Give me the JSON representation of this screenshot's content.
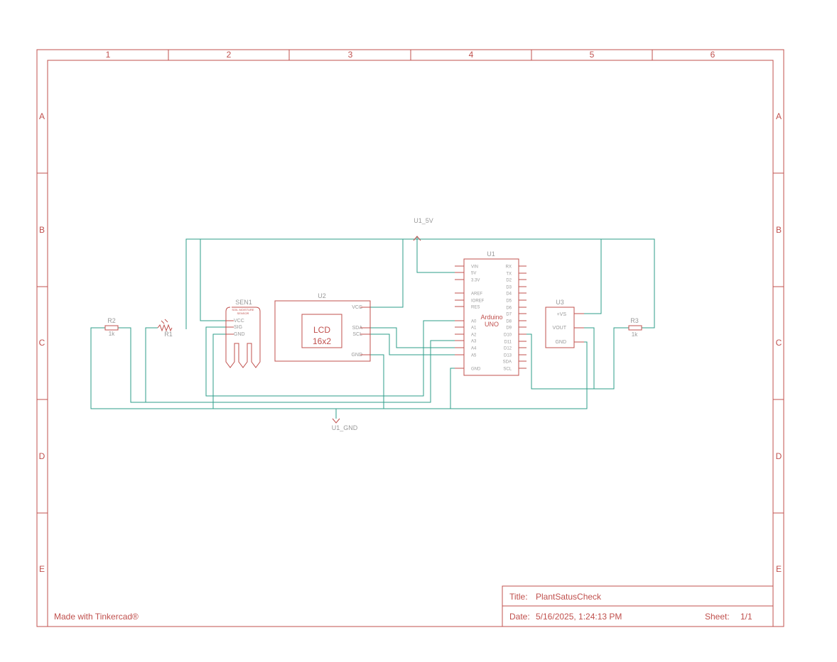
{
  "frame": {
    "columns": [
      "1",
      "2",
      "3",
      "4",
      "5",
      "6"
    ],
    "rows": [
      "A",
      "B",
      "C",
      "D",
      "E"
    ]
  },
  "labels": {
    "vcc_net": "U1_5V",
    "gnd_net": "U1_GND",
    "made_with": "Made with Tinkercad®"
  },
  "components": {
    "r2": {
      "ref": "R2",
      "value": "1k"
    },
    "r1": {
      "ref": "R1"
    },
    "r3": {
      "ref": "R3",
      "value": "1k"
    },
    "sen1": {
      "ref": "SEN1",
      "desc_line1": "SOIL MOISTURE",
      "desc_line2": "SENSOR",
      "pins": [
        "VCC",
        "SIG",
        "GND"
      ]
    },
    "u2": {
      "ref": "U2",
      "line1": "LCD",
      "line2": "16x2",
      "pins": {
        "vcc": "VCC",
        "sda": "SDA",
        "scl": "SCL",
        "gnd": "GND"
      }
    },
    "u1": {
      "ref": "U1",
      "line1": "Arduino",
      "line2": "UNO",
      "left_pins": [
        "VIN",
        "5V",
        "3.3V",
        "AREF",
        "IOREF",
        "RES",
        "A0",
        "A1",
        "A2",
        "A3",
        "A4",
        "A5",
        "GND"
      ],
      "right_pins": [
        "RX",
        "TX",
        "D2",
        "D3",
        "D4",
        "D5",
        "D6",
        "D7",
        "D8",
        "D9",
        "D10",
        "D11",
        "D12",
        "D13",
        "SDA",
        "SCL"
      ]
    },
    "u3": {
      "ref": "U3",
      "pins": [
        "+VS",
        "VOUT",
        "GND"
      ]
    }
  },
  "title_block": {
    "title_label": "Title:",
    "title": "PlantSatusCheck",
    "date_label": "Date:",
    "date": "5/16/2025, 1:24:13 PM",
    "sheet_label": "Sheet:",
    "sheet": "1/1"
  }
}
